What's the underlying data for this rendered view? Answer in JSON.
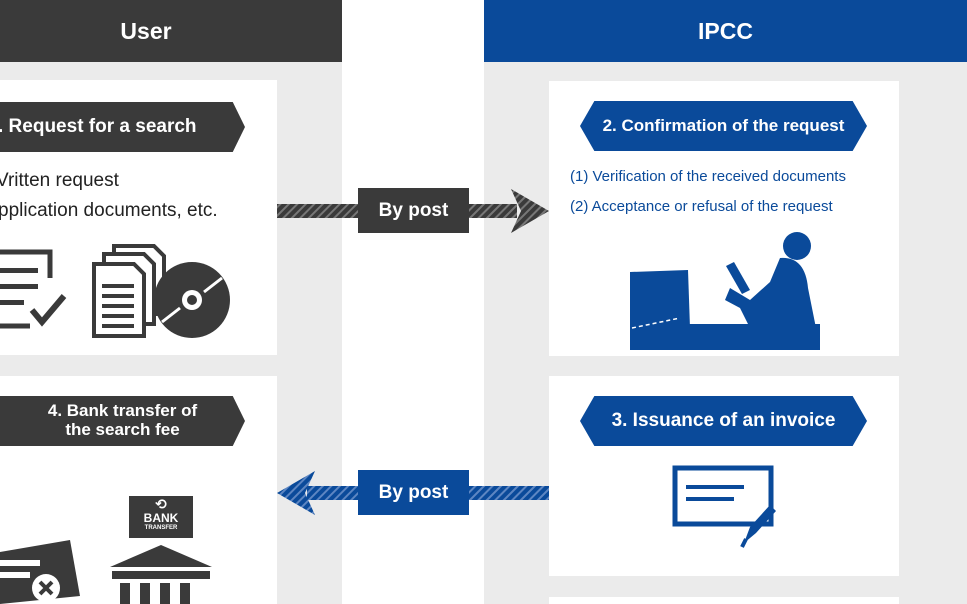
{
  "user_column": {
    "title": "User"
  },
  "ipcc_column": {
    "title": "IPCC"
  },
  "step1": {
    "label": ". Request for a search",
    "lines": [
      "Vritten request",
      "pplication documents, etc."
    ]
  },
  "step2": {
    "label": "2. Confirmation of the request",
    "items": [
      "(1) Verification of the received documents",
      "(2) Acceptance or refusal of the request"
    ]
  },
  "step3": {
    "label": "3. Issuance of an invoice"
  },
  "step4": {
    "label_line1": "4. Bank transfer of",
    "label_line2": "the search fee"
  },
  "arrow_right": {
    "label": "By post"
  },
  "arrow_left": {
    "label": "By post"
  },
  "bank_sign": {
    "line1": "BANK",
    "line2": "TRANSFER"
  },
  "colors": {
    "dark": "#3a3a3a",
    "blue": "#0a4a9a",
    "panel": "#ebebeb"
  },
  "icons": [
    "checklist-icon",
    "documents-icon",
    "disc-icon",
    "office-worker-icon",
    "invoice-icon",
    "credit-card-icon",
    "bank-icon",
    "bank-transfer-sign-icon"
  ]
}
